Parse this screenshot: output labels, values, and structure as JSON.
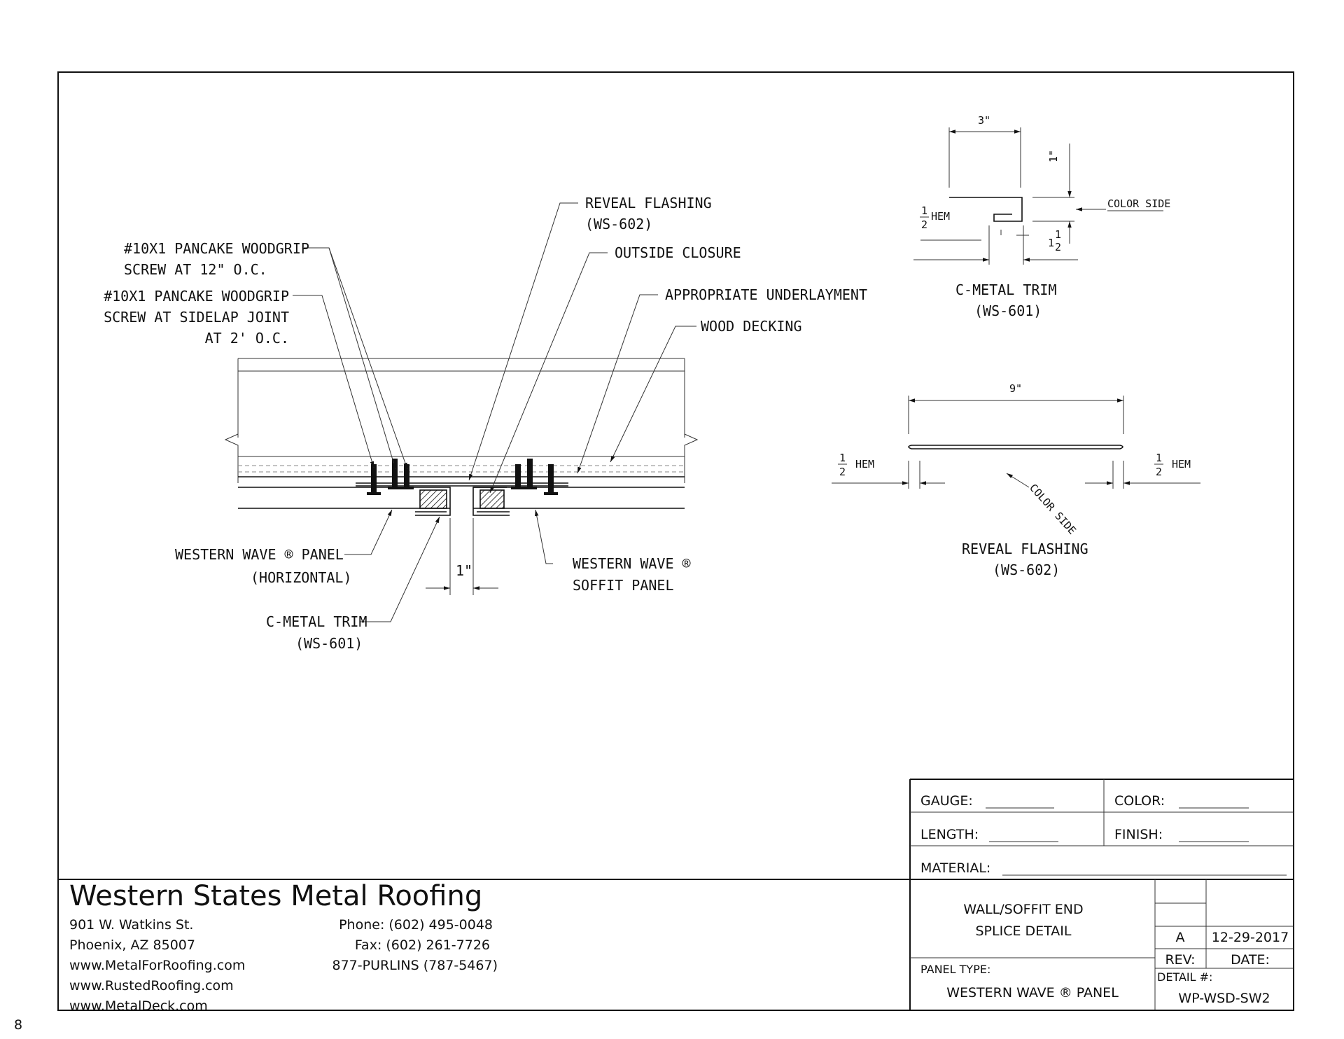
{
  "page_number": "8",
  "callouts": {
    "screw_12oc": [
      "#10X1 PANCAKE WOODGRIP",
      "SCREW AT 12\" O.C."
    ],
    "screw_sidelap": [
      "#10X1 PANCAKE WOODGRIP",
      "SCREW AT SIDELAP JOINT",
      "AT 2' O.C."
    ],
    "reveal_flashing": [
      "REVEAL FLASHING",
      "(WS-602)"
    ],
    "outside_closure": "OUTSIDE CLOSURE",
    "underlayment": "APPROPRIATE UNDERLAYMENT",
    "wood_decking": "WOOD DECKING",
    "western_wave_panel": [
      "WESTERN WAVE ® PANEL",
      "(HORIZONTAL)"
    ],
    "soffit_panel": [
      "WESTERN WAVE ®",
      "SOFFIT PANEL"
    ],
    "c_metal_trim": [
      "C-METAL TRIM",
      "(WS-601)"
    ],
    "gap_dim": "1\""
  },
  "c_trim_detail": {
    "dim_width": "3\"",
    "dim_height": "1\"",
    "hem_label": "HEM",
    "hem_fraction": [
      "1",
      "2"
    ],
    "color_side": "COLOR SIDE",
    "dim_lip_whole": "1",
    "dim_lip_fraction": [
      "1",
      "2"
    ],
    "title": [
      "C-METAL TRIM",
      "(WS-601)"
    ]
  },
  "reveal_detail": {
    "dim_width": "9\"",
    "hem_label": "HEM",
    "hem_fraction": [
      "1",
      "2"
    ],
    "color_side": "COLOR SIDE",
    "title": [
      "REVEAL FLASHING",
      "(WS-602)"
    ]
  },
  "title_block": {
    "gauge": "GAUGE:",
    "color": "COLOR:",
    "length": "LENGTH:",
    "finish": "FINISH:",
    "material": "MATERIAL:",
    "detail_title": [
      "WALL/SOFFIT END",
      "SPLICE DETAIL"
    ],
    "panel_type_label": "PANEL TYPE:",
    "panel_type": "WESTERN WAVE ® PANEL",
    "rev_value": "A",
    "date_value": "12-29-2017",
    "rev_label": "REV:",
    "date_label": "DATE:",
    "detail_no_label": "DETAIL #:",
    "detail_no": "WP-WSD-SW2"
  },
  "company": {
    "name": "Western States Metal Roofing",
    "address1": "901 W. Watkins St.",
    "address2": "Phoenix, AZ 85007",
    "web1": "www.MetalForRoofing.com",
    "web2": "www.RustedRoofing.com",
    "web3": "www.MetalDeck.com",
    "phone": "Phone: (602) 495-0048",
    "fax": "Fax: (602) 261-7726",
    "tollfree": "877-PURLINS (787-5467)"
  }
}
